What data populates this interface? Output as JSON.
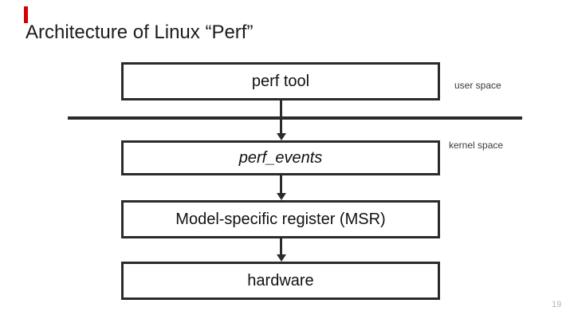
{
  "slide": {
    "title": "Architecture of Linux “Perf”",
    "page_number": "19"
  },
  "diagram": {
    "boxes": [
      {
        "label": "perf tool"
      },
      {
        "label": "perf_events"
      },
      {
        "label": "Model-specific register (MSR)"
      },
      {
        "label": "hardware"
      }
    ],
    "region_labels": {
      "user": "user space",
      "kernel": "kernel space"
    },
    "colors": {
      "line": "#2b2b2b",
      "accent": "#d40000",
      "page_number": "#b5b5b5"
    }
  }
}
